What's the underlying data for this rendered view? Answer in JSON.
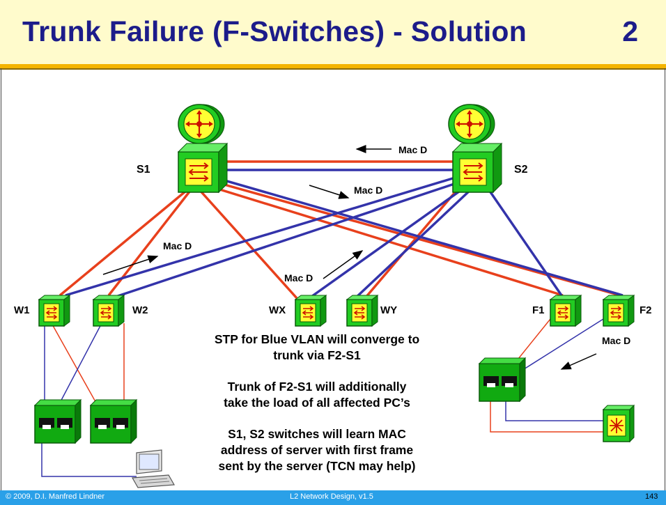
{
  "slide": {
    "title": "Trunk Failure (F-Switches) - Solution",
    "number": "2"
  },
  "labels": {
    "s1": "S1",
    "s2": "S2",
    "w1": "W1",
    "w2": "W2",
    "wx": "WX",
    "wy": "WY",
    "f1": "F1",
    "f2": "F2",
    "mac_top": "Mac D",
    "mac_mid": "Mac D",
    "mac_left": "Mac D",
    "mac_center": "Mac D",
    "mac_right": "Mac D"
  },
  "text": {
    "line1": "STP for Blue VLAN will converge to",
    "line2": "trunk via F2-S1",
    "line3": "Trunk of F2-S1 will additionally",
    "line4": "take the load of all affected PC’s",
    "line5": "S1, S2 switches  will learn MAC",
    "line6": "address of server with first frame",
    "line7": "sent by the server (TCN may help)"
  },
  "footer": {
    "left": "© 2009, D.I. Manfred Lindner",
    "center": "L2 Network Design, v1.5",
    "right": "143"
  },
  "colors": {
    "red_vlan": "#e8401c",
    "blue_vlan": "#3333aa",
    "switch_green": "#22cc22",
    "title_blue": "#1c1c8a"
  }
}
